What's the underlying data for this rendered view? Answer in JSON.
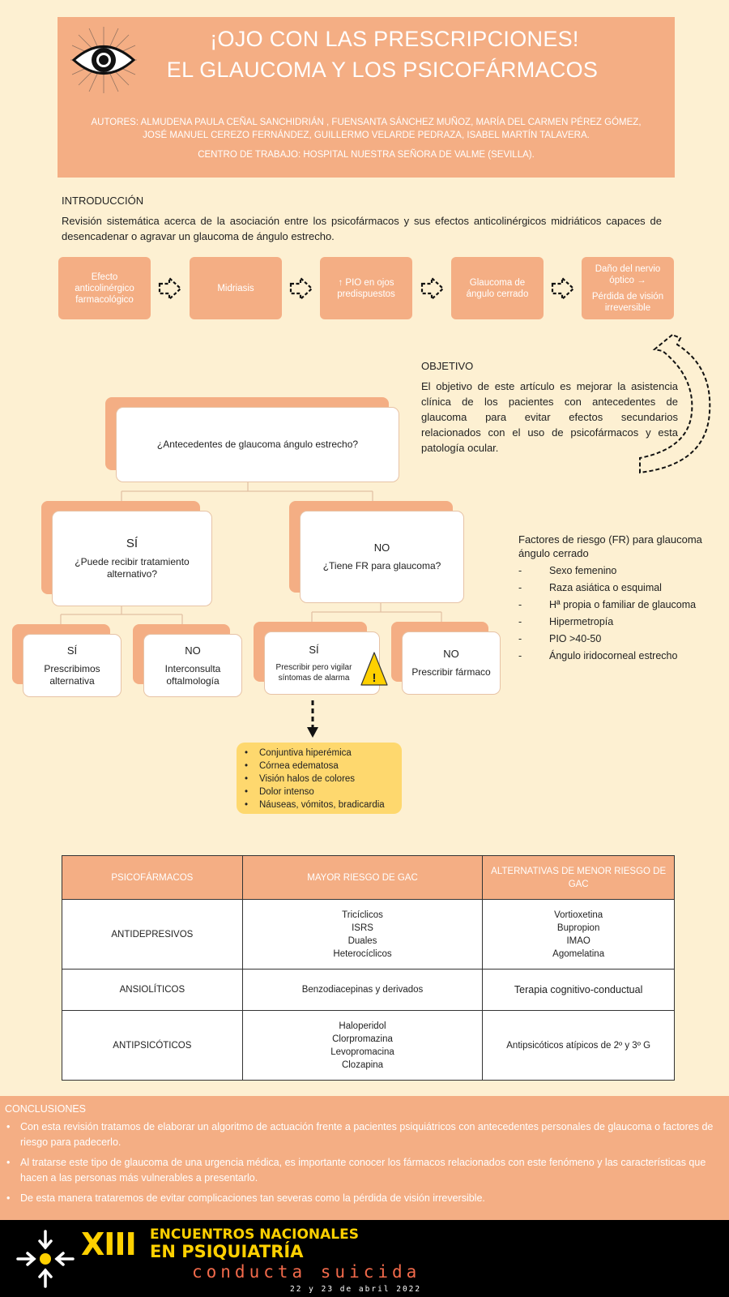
{
  "header": {
    "title_line1": "¡OJO CON LAS PRESCRIPCIONES!",
    "title_line2": "EL GLAUCOMA Y LOS PSICOFÁRMACOS",
    "authors_line1": "AUTORES: ALMUDENA PAULA CEÑAL SANCHIDRIÁN , FUENSANTA SÁNCHEZ MUÑOZ, MARÍA DEL CARMEN PÉREZ GÓMEZ,",
    "authors_line2": "JOSÉ MANUEL CEREZO FERNÁNDEZ, GUILLERMO VELARDE PEDRAZA, ISABEL MARTÍN TALAVERA.",
    "center": "CENTRO DE TRABAJO: HOSPITAL NUESTRA SEÑORA DE VALME (SEVILLA)."
  },
  "intro": {
    "title": "INTRODUCCIÓN",
    "text": "Revisión sistemática acerca de la asociación entre los psicofármacos y sus efectos anticolinérgicos midriáticos capaces de desencadenar o agravar un glaucoma de ángulo estrecho.",
    "flow": [
      {
        "text": "Efecto anticolinérgico farmacológico",
        "sub": ""
      },
      {
        "text": "Midriasis",
        "sub": ""
      },
      {
        "text": "↑ PIO en ojos predispuestos",
        "sub": ""
      },
      {
        "text": "Glaucoma de ángulo cerrado",
        "sub": ""
      },
      {
        "text": "Daño del nervio óptico →",
        "sub": "Pérdida de visión irreversible"
      }
    ]
  },
  "objective": {
    "title": "OBJETIVO",
    "text": "El objetivo de este artículo es mejorar la asistencia clínica de los pacientes con antecedentes de glaucoma para evitar efectos secundarios relacionados con el uso de psicofármacos y esta patología ocular."
  },
  "tree": {
    "root": "¿Antecedentes de glaucoma ángulo estrecho?",
    "yes": {
      "label": "SÍ",
      "question": "¿Puede recibir tratamiento alternativo?"
    },
    "no": {
      "label": "NO",
      "question": "¿Tiene FR para glaucoma?"
    },
    "yes_yes": {
      "label": "SÍ",
      "text": "Prescribimos alternativa"
    },
    "yes_no": {
      "label": "NO",
      "text": "Interconsulta oftalmología"
    },
    "no_yes": {
      "label": "SÍ",
      "text": "Prescribir pero vigilar síntomas de alarma"
    },
    "no_no": {
      "label": "NO",
      "text": "Prescribir fármaco"
    },
    "warning_symbol": "!"
  },
  "alarm_symptoms": [
    "Conjuntiva hiperémica",
    "Córnea edematosa",
    "Visión halos de colores",
    "Dolor intenso",
    "Náuseas, vómitos, bradicardia"
  ],
  "risk_factors": {
    "title": "Factores de riesgo (FR) para glaucoma ángulo cerrado",
    "bullet": "-",
    "items": [
      "Sexo femenino",
      "Raza asiática o esquimal",
      "Hª propia o familiar de glaucoma",
      "Hipermetropía",
      "PIO >40-50",
      "Ángulo iridocorneal estrecho"
    ]
  },
  "table": {
    "headers": [
      "PSICOFÁRMACOS",
      "MAYOR RIESGO DE GAC",
      "ALTERNATIVAS DE MENOR RIESGO DE GAC"
    ],
    "rows": [
      {
        "group": "ANTIDEPRESIVOS",
        "risk": [
          "Tricíclicos",
          "ISRS",
          "Duales",
          "Heterocíclicos"
        ],
        "alt": [
          "Vortioxetina",
          "Bupropion",
          "IMAO",
          "Agomelatina"
        ]
      },
      {
        "group": "ANSIOLÍTICOS",
        "risk": [
          "Benzodiacepinas y derivados"
        ],
        "alt": [
          "Terapia cognitivo-conductual"
        ]
      },
      {
        "group": "ANTIPSICÓTICOS",
        "risk": [
          "Haloperidol",
          "Clorpromazina",
          "Levopromacina",
          "Clozapina"
        ],
        "alt": [
          "Antipsicóticos atípicos de 2º y 3º G"
        ]
      }
    ]
  },
  "conclusions": {
    "title": "CONCLUSIONES",
    "bullet": "•",
    "items": [
      "Con esta revisión tratamos de elaborar un algoritmo de actuación frente a pacientes psiquiátricos con antecedentes personales de glaucoma o factores de riesgo para padecerlo.",
      "Al tratarse este tipo de glaucoma de una urgencia médica, es importante conocer los fármacos relacionados con este fenómeno y las características que hacen a las personas más vulnerables a presentarlo.",
      "De esta manera trataremos de evitar complicaciones tan severas como la pérdida de visión irreversible."
    ]
  },
  "footer": {
    "roman": "XIII",
    "line1": "ENCUENTROS NACIONALES",
    "line2": "EN PSIQUIATRÍA",
    "subtitle": "conducta suicida",
    "date": "22 y 23 de abril 2022",
    "brand_color": "#fed000",
    "accent_color": "#f26a4b"
  },
  "colors": {
    "salmon": "#f4ae84",
    "cream": "#fdf0d2",
    "yellow": "#fed86e"
  }
}
